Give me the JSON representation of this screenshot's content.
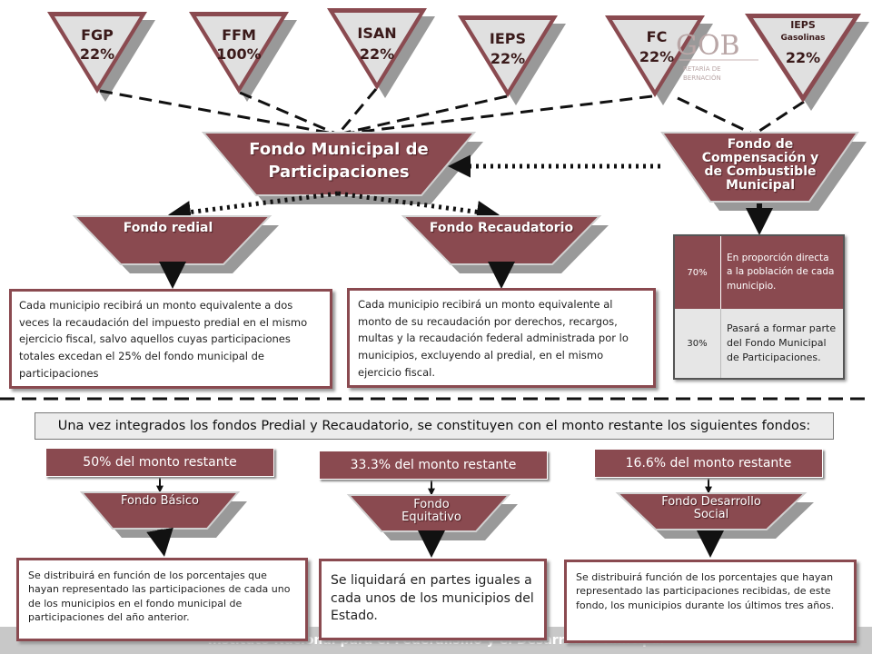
{
  "taxes": [
    {
      "name": "FGP",
      "pct": "22%"
    },
    {
      "name": "FFM",
      "pct": "100%"
    },
    {
      "name": "ISAN",
      "pct": "22%"
    },
    {
      "name": "IEPS",
      "pct": "22%"
    },
    {
      "name": "FC",
      "pct": "22%"
    },
    {
      "name": "IEPS",
      "sub": "Gasolinas",
      "pct": "22%"
    }
  ],
  "logo": {
    "big": "GOB",
    "small_line1": "RETARÍA DE",
    "small_line2": "BERNACIÓN"
  },
  "main_fund": "Fondo Municipal de Participaciones",
  "comp_fund": "Fondo de Compensación  y de Combustible Municipal",
  "fondo_predial": {
    "label": "Fondo redial",
    "text": "Cada municipio recibirá un monto equivalente a dos veces la recaudación del impuesto predial en el mismo ejercicio fiscal, salvo aquellos cuyas participaciones totales excedan el 25% del fondo municipal de participaciones"
  },
  "fondo_recaudatorio": {
    "label": "Fondo Recaudatorio",
    "text": "Cada municipio recibirá un monto equivalente al monto de su recaudación por derechos, recargos, multas y la recaudación federal administrada por lo municipios, excluyendo al predial, en el mismo ejercicio fiscal."
  },
  "comp_table": [
    {
      "pct": "70%",
      "text": "En proporción directa a la población de cada municipio."
    },
    {
      "pct": "30%",
      "text": "Pasará a formar parte del Fondo Municipal de Participaciones."
    }
  ],
  "intro": "Una vez integrados los fondos Predial y Recaudatorio, se constituyen con el monto restante los siguientes fondos:",
  "remaining": [
    {
      "pct_label": "50% del monto restante",
      "fund": "Fondo Básico",
      "text": "Se distribuirá en función de los porcentajes que hayan representado las participaciones de cada uno de los municipios en el fondo municipal de participaciones del año anterior."
    },
    {
      "pct_label": "33.3% del monto restante",
      "fund": "Fondo Equitativo",
      "text": "Se liquidará en partes iguales a cada unos de los municipios del Estado."
    },
    {
      "pct_label": "16.6% del monto restante",
      "fund": "Fondo Desarrollo Social",
      "text": "Se distribuirá función de los porcentajes que hayan representado las participaciones recibidas, de este fondo, los municipios durante los últimos tres años."
    }
  ],
  "footer": "Instituto Nacional para el Federalismo y el Desarrollo Municipal",
  "colors": {
    "maroon": "#8a4a50",
    "shadow": "#a8a8a8",
    "grey_fill": "#e0e0e0"
  }
}
